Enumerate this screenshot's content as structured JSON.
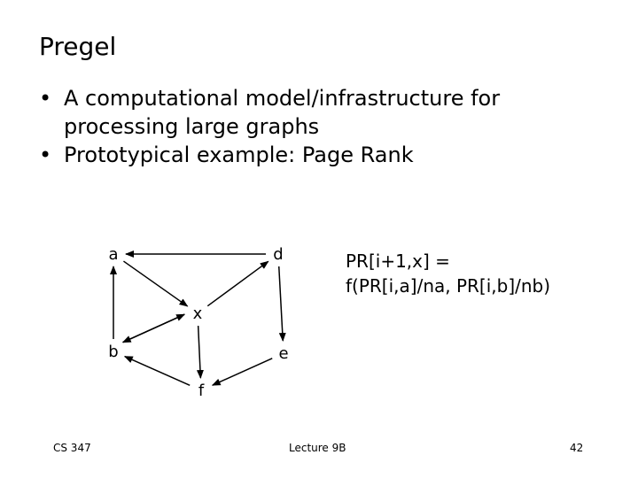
{
  "slide": {
    "title": "Pregel",
    "bullets": [
      "A computational model/infrastructure for processing large graphs",
      "Prototypical example: Page Rank"
    ]
  },
  "graph": {
    "nodes": [
      "a",
      "d",
      "x",
      "b",
      "e",
      "f"
    ],
    "edges": [
      [
        "d",
        "a"
      ],
      [
        "a",
        "x"
      ],
      [
        "x",
        "d"
      ],
      [
        "b",
        "a"
      ],
      [
        "x",
        "b"
      ],
      [
        "b",
        "x"
      ],
      [
        "d",
        "e"
      ],
      [
        "e",
        "f"
      ],
      [
        "f",
        "b"
      ],
      [
        "x",
        "f"
      ]
    ]
  },
  "formula": {
    "line1": "PR[i+1,x] =",
    "line2": "f(PR[i,a]/na, PR[i,b]/nb)"
  },
  "footer": {
    "course": "CS 347",
    "lecture": "Lecture 9B",
    "page": "42"
  }
}
